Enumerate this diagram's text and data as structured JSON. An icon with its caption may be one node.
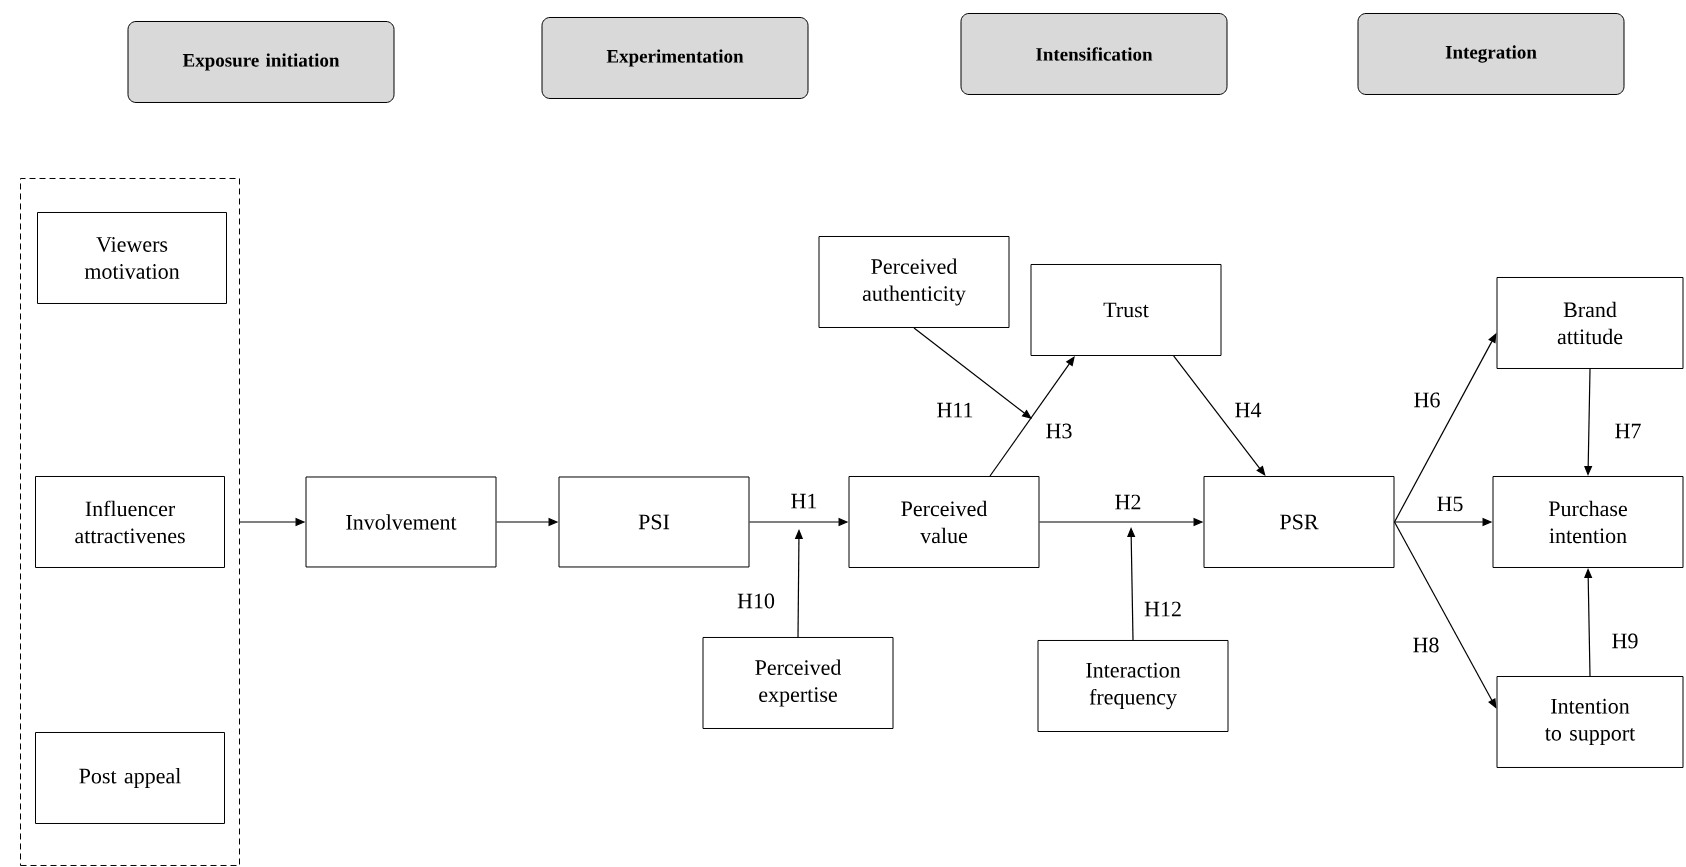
{
  "diagram": {
    "nodes": [
      {
        "text": [
          "Exposure initiation"
        ]
      },
      {
        "text": [
          "Experimentation"
        ]
      },
      {
        "text": [
          "Intensification"
        ]
      },
      {
        "text": [
          "Integration"
        ]
      },
      {
        "text": [],
        "shape": "box"
      },
      {
        "text": [
          "Viewers motivation"
        ],
        "in": 4
      },
      {
        "text": [
          "Influencer attractivenes"
        ],
        "in": 4
      },
      {
        "text": [
          "Post appeal"
        ],
        "in": 4
      },
      {
        "text": [
          "Involvement"
        ]
      },
      {
        "text": [
          "PSI"
        ]
      },
      {
        "text": [
          "Perceived authenticity"
        ]
      },
      {
        "text": [
          "Trust"
        ]
      },
      {
        "text": [
          "Perceived value"
        ]
      },
      {
        "text": [
          "PSR"
        ]
      },
      {
        "text": [
          "Brand attitude"
        ]
      },
      {
        "text": [
          "Purchase intention"
        ]
      },
      {
        "text": [
          "Intention to support"
        ]
      },
      {
        "text": [
          "Perceived expertise"
        ]
      },
      {
        "text": [
          "Interaction frequency"
        ]
      }
    ],
    "edges": [
      {
        "from": 4,
        "to": 8,
        "arrow": "to"
      },
      {
        "from": 8,
        "to": 9,
        "arrow": "to"
      },
      {
        "from": 9,
        "to": 12,
        "arrow": "to",
        "label": "H1"
      },
      {
        "from": 17,
        "to": null,
        "arrow": "to",
        "label": "H10"
      },
      {
        "from": 12,
        "to": 13,
        "arrow": "to",
        "label": "H2"
      },
      {
        "from": 18,
        "to": null,
        "arrow": "to",
        "label": "H12"
      },
      {
        "from": 12,
        "to": 11,
        "arrow": "to",
        "label": "H3"
      },
      {
        "from": 10,
        "to": null,
        "arrow": "to",
        "label": "H11"
      },
      {
        "from": 11,
        "to": 13,
        "arrow": "to",
        "label": "H4"
      },
      {
        "from": 13,
        "to": 15,
        "arrow": "to",
        "label": "H5"
      },
      {
        "from": 13,
        "to": 14,
        "arrow": "to",
        "label": "H6"
      },
      {
        "from": 14,
        "to": 15,
        "arrow": "to",
        "label": "H7"
      },
      {
        "from": 13,
        "to": 16,
        "arrow": "to",
        "label": "H8"
      },
      {
        "from": 16,
        "to": 15,
        "arrow": "to",
        "label": "H9"
      }
    ]
  }
}
